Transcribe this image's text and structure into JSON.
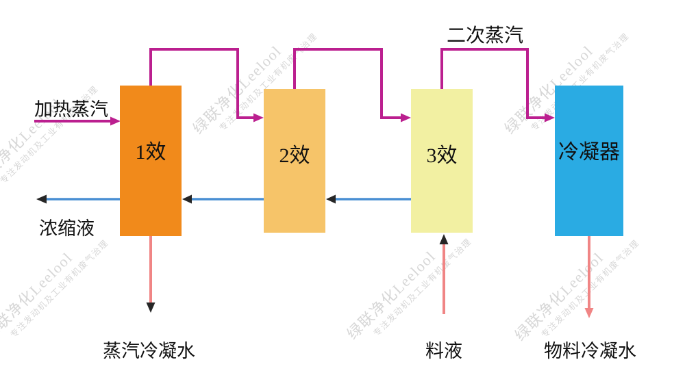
{
  "watermark": {
    "brand": "绿联净化Leelool",
    "tagline": "专注发动机及工业有机废气治理"
  },
  "labels": {
    "heating_steam": "加热蒸汽",
    "secondary_steam": "二次蒸汽",
    "concentrate": "浓缩液",
    "steam_condensate": "蒸汽冷凝水",
    "feed": "料液",
    "material_condensate": "物料冷凝水"
  },
  "boxes": [
    {
      "label": "1效"
    },
    {
      "label": "2效"
    },
    {
      "label": "3效"
    },
    {
      "label": "冷凝器"
    }
  ],
  "colors": {
    "effect1": "#F18A1B",
    "effect2": "#F6C469",
    "effect3": "#F2F0A2",
    "condenser": "#2AABE3",
    "steam_line": "#BB1F8F",
    "transfer_line": "#4A8FD3",
    "condensate_line": "#F08585",
    "arrow_dark": "#262626",
    "label_text": "#111111",
    "watermark": "#C8C8C8"
  }
}
